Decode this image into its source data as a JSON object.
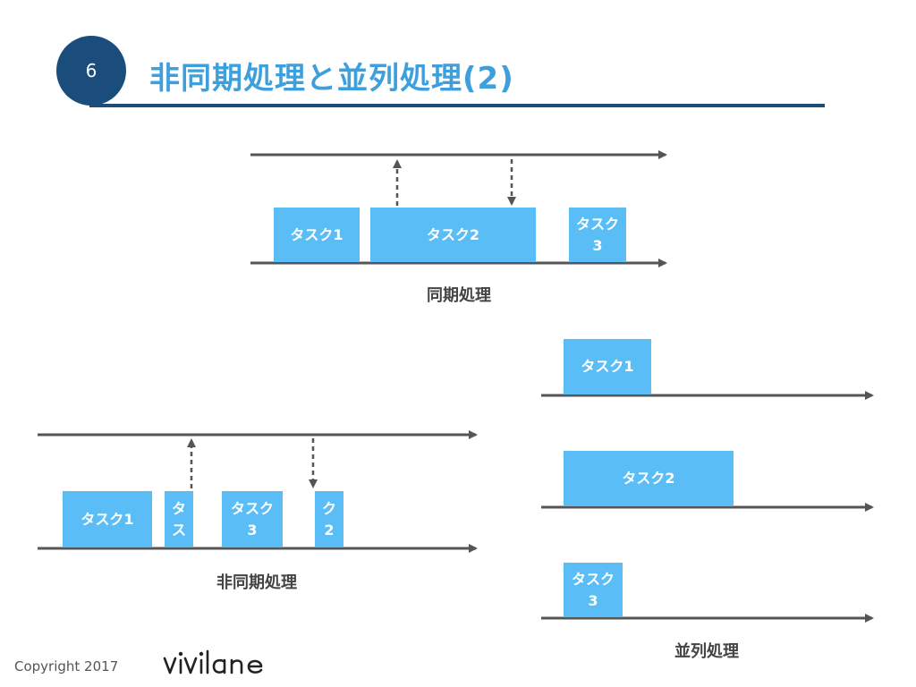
{
  "slide": {
    "page_number": "6",
    "title": "非同期処理と並列処理(2)",
    "copyright": "Copyright 2017",
    "logo_text": "vivlane"
  },
  "colors": {
    "accent_dark": "#1b4d7c",
    "title_blue": "#3da0dc",
    "task_blue": "#5bbdf5",
    "line_gray": "#555555"
  },
  "sync": {
    "caption": "同期処理",
    "tasks": [
      "タスク1",
      "タスク2",
      "タスク\n3"
    ]
  },
  "async": {
    "caption": "非同期処理",
    "tasks": [
      "タスク1",
      "タ\nス",
      "タスク\n3",
      "ク\n2"
    ]
  },
  "parallel": {
    "caption": "並列処理",
    "tasks": [
      "タスク1",
      "タスク2",
      "タスク\n3"
    ]
  }
}
